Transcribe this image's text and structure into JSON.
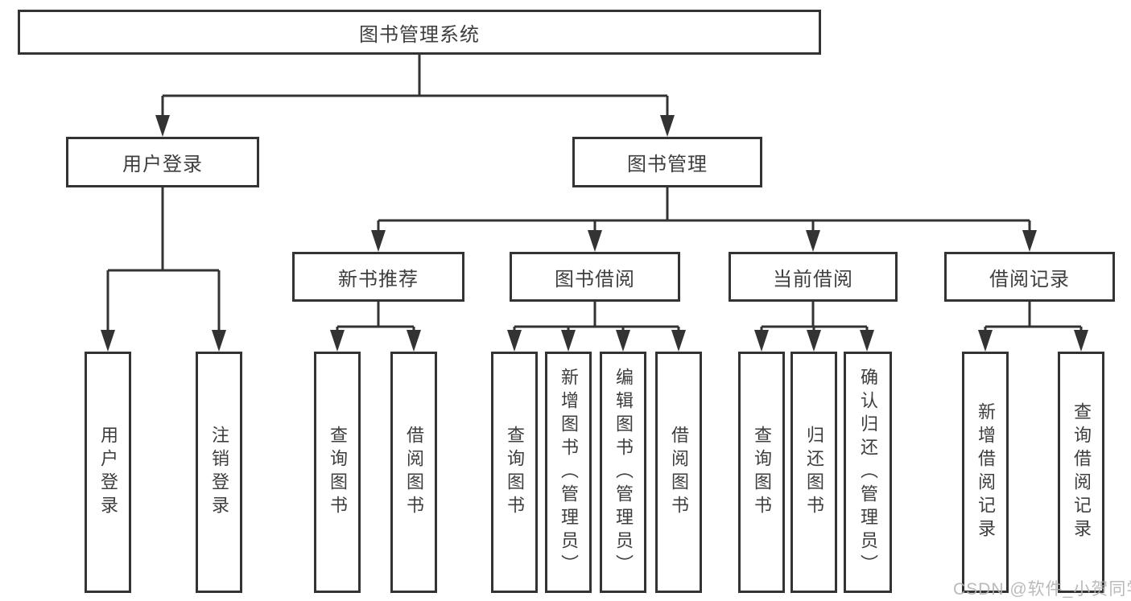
{
  "nodes": {
    "root": "图书管理系统",
    "user_login": "用户登录",
    "book_mgmt": "图书管理",
    "new_book_rec": "新书推荐",
    "book_borrow": "图书借阅",
    "current_borrow": "当前借阅",
    "borrow_record": "借阅记录",
    "user_login_leaf": "用户登录",
    "logout_leaf": "注销登录",
    "query_book_rec": "查询图书",
    "borrow_book_rec": "借阅图书",
    "query_book_borrow": "查询图书",
    "add_book_admin": "新增图书（管理员）",
    "edit_book_admin": "编辑图书（管理员）",
    "borrow_book_borrow": "借阅图书",
    "query_book_current": "查询图书",
    "return_book": "归还图书",
    "confirm_return_admin": "确认归还（管理员）",
    "add_borrow_record": "新增借阅记录",
    "query_borrow_record": "查询借阅记录"
  },
  "hierarchy": {
    "图书管理系统": {
      "用户登录": [
        "用户登录",
        "注销登录"
      ],
      "图书管理": {
        "新书推荐": [
          "查询图书",
          "借阅图书"
        ],
        "图书借阅": [
          "查询图书",
          "新增图书（管理员）",
          "编辑图书（管理员）",
          "借阅图书"
        ],
        "当前借阅": [
          "查询图书",
          "归还图书",
          "确认归还（管理员）"
        ],
        "借阅记录": [
          "新增借阅记录",
          "查询借阅记录"
        ]
      }
    }
  },
  "watermark": "CSDN @软件_小贺同学",
  "colors": {
    "line": "#333333",
    "text": "#3e3e3e",
    "background": "#ffffff",
    "watermark": "#b3b3b3"
  }
}
